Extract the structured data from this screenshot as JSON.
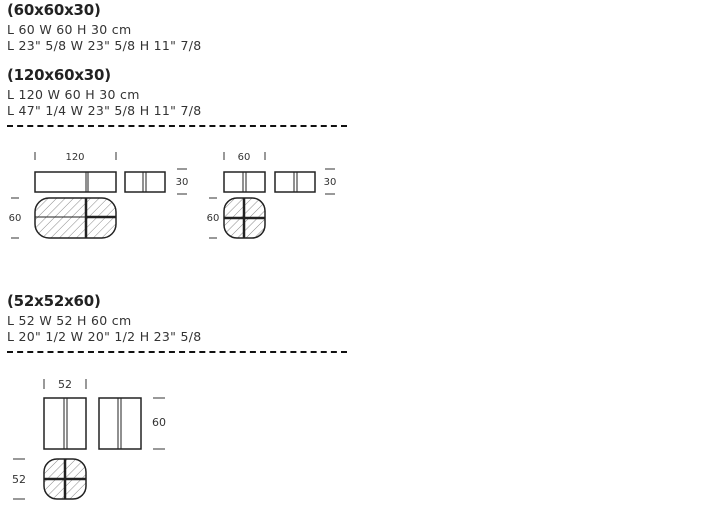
{
  "items": [
    {
      "title": "(60x60x30)",
      "metric": "L 60 W 60 H 30 cm",
      "imperial": "L 23\" 5/8 W 23\" 5/8 H 11\" 7/8"
    },
    {
      "title": "(120x60x30)",
      "metric": "L 120 W 60 H 30 cm",
      "imperial": "L 47\" 1/4 W 23\" 5/8 H 11\" 7/8"
    },
    {
      "title": "(52x52x60)",
      "metric": "L 52 W 52 H 60 cm",
      "imperial": "L 20\" 1/2 W 20\" 1/2 H 23\" 5/8"
    }
  ],
  "dims": {
    "large_length": "120",
    "large_height": "30",
    "large_width": "60",
    "small_length": "60",
    "small_height": "30",
    "small_width": "60",
    "tall_length": "52",
    "tall_height": "60",
    "tall_width": "52"
  }
}
